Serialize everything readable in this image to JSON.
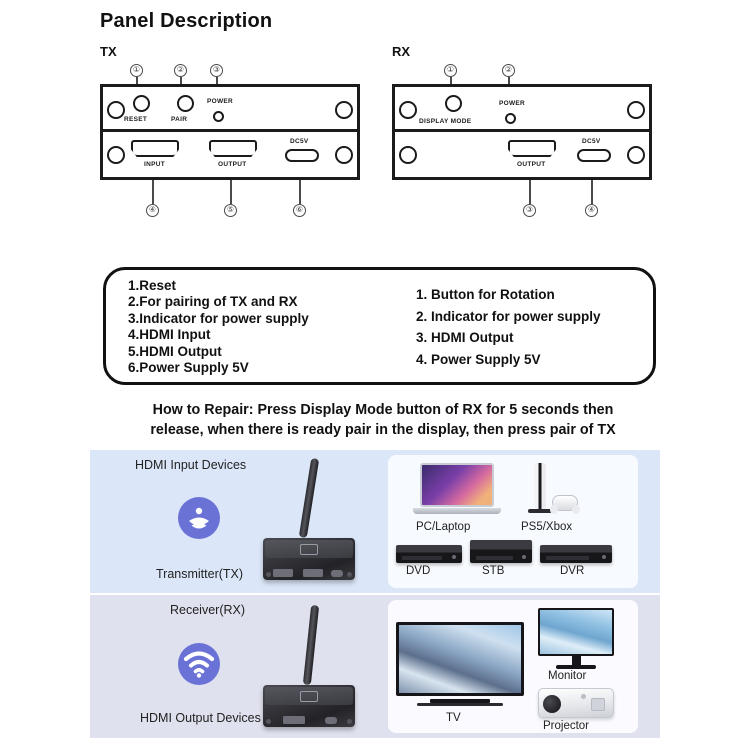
{
  "page": {
    "title": "Panel Description"
  },
  "diagram": {
    "tx": {
      "label": "TX",
      "callouts_top": [
        "①",
        "②",
        "③"
      ],
      "callouts_bottom": [
        "④",
        "⑤",
        "⑥"
      ],
      "ports": {
        "reset": "RESET",
        "pair": "PAIR",
        "power": "POWER",
        "input": "INPUT",
        "output": "OUTPUT",
        "dc": "DC5V"
      }
    },
    "rx": {
      "label": "RX",
      "callouts_top": [
        "①",
        "②"
      ],
      "callouts_bottom": [
        "③",
        "④"
      ],
      "ports": {
        "display_mode": "DISPLAY MODE",
        "power": "POWER",
        "output": "OUTPUT",
        "dc": "DC5V"
      }
    }
  },
  "legend": {
    "tx_items": [
      "1.Reset",
      "2.For pairing of TX and RX",
      "3.Indicator for power supply",
      "4.HDMI Input",
      "5.HDMI Output",
      "6.Power Supply 5V"
    ],
    "rx_items": [
      "1. Button for Rotation",
      "2. Indicator for power supply",
      "3. HDMI Output",
      "4. Power Supply 5V"
    ]
  },
  "howto": {
    "line1": "How to Repair: Press Display Mode button of RX for 5 seconds then",
    "line2": "release, when there is ready pair in the display, then press pair of TX"
  },
  "illustration": {
    "tx_panel": {
      "heading": "HDMI Input Devices",
      "device_caption": "Transmitter(TX)",
      "icon": "cast-icon",
      "background": "#dbe7f9",
      "devices": [
        {
          "label": "PC/Laptop",
          "icon": "laptop-icon"
        },
        {
          "label": "PS5/Xbox",
          "icon": "game-console-icon"
        },
        {
          "label": "DVD",
          "icon": "dvd-player-icon"
        },
        {
          "label": "STB",
          "icon": "set-top-box-icon"
        },
        {
          "label": "DVR",
          "icon": "dvr-icon"
        }
      ]
    },
    "rx_panel": {
      "heading": "Receiver(RX)",
      "device_caption": "HDMI Output Devices",
      "icon": "wifi-icon",
      "background": "#dfe1ee",
      "devices": [
        {
          "label": "TV",
          "icon": "tv-icon"
        },
        {
          "label": "Monitor",
          "icon": "monitor-icon"
        },
        {
          "label": "Projector",
          "icon": "projector-icon"
        }
      ]
    },
    "accent_color": "#6b72d6"
  }
}
